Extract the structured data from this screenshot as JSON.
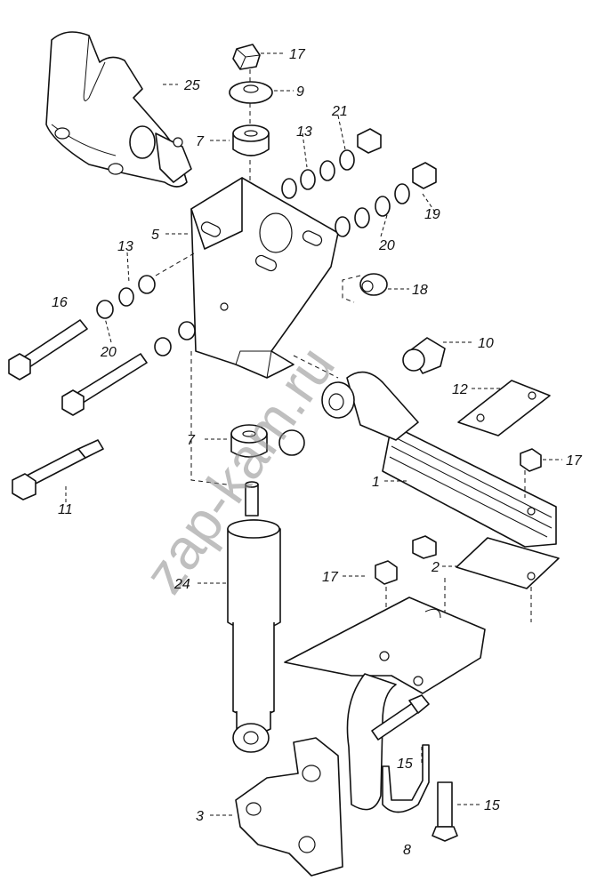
{
  "diagram": {
    "watermark": "zap-kam.ru",
    "callouts": {
      "c17a": "17",
      "c9": "9",
      "c25": "25",
      "c21": "21",
      "c7a": "7",
      "c13a": "13",
      "c5": "5",
      "c19": "19",
      "c20a": "20",
      "c13b": "13",
      "c16": "16",
      "c18": "18",
      "c10": "10",
      "c20b": "20",
      "c12": "12",
      "c7b": "7",
      "c17b": "17",
      "c1": "1",
      "c11": "11",
      "c2": "2",
      "c17c": "17",
      "c24": "24",
      "c15a": "15",
      "c15b": "15",
      "c3": "3",
      "c8": "8"
    }
  }
}
